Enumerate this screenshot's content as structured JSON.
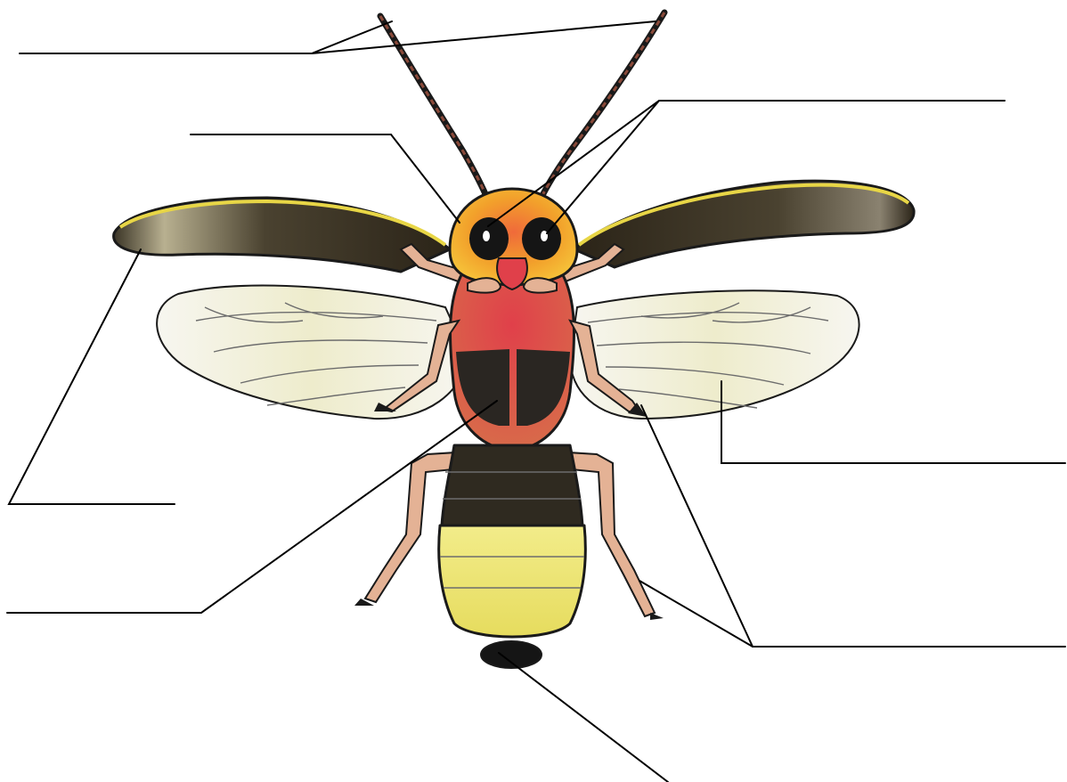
{
  "diagram": {
    "subject": "firefly",
    "style": "unlabeled-worksheet",
    "colors": {
      "background": "#ffffff",
      "leader_line": "#000000",
      "elytra_dark": "#2b2418",
      "elytra_yellow": "#e8d646",
      "head_orange": "#f2a12b",
      "thorax_red": "#e0404a",
      "leg_tan": "#e4b295",
      "abdomen_yellow": "#efe77a",
      "wing_membrane": "#f4f2e6",
      "eye_black": "#151515"
    },
    "leaders": [
      {
        "part": "antennae",
        "label": ""
      },
      {
        "part": "head",
        "label": ""
      },
      {
        "part": "compound-eyes",
        "label": ""
      },
      {
        "part": "elytra",
        "label": ""
      },
      {
        "part": "hind-wing",
        "label": ""
      },
      {
        "part": "thorax",
        "label": ""
      },
      {
        "part": "legs",
        "label": ""
      },
      {
        "part": "light-organ",
        "label": ""
      }
    ]
  }
}
